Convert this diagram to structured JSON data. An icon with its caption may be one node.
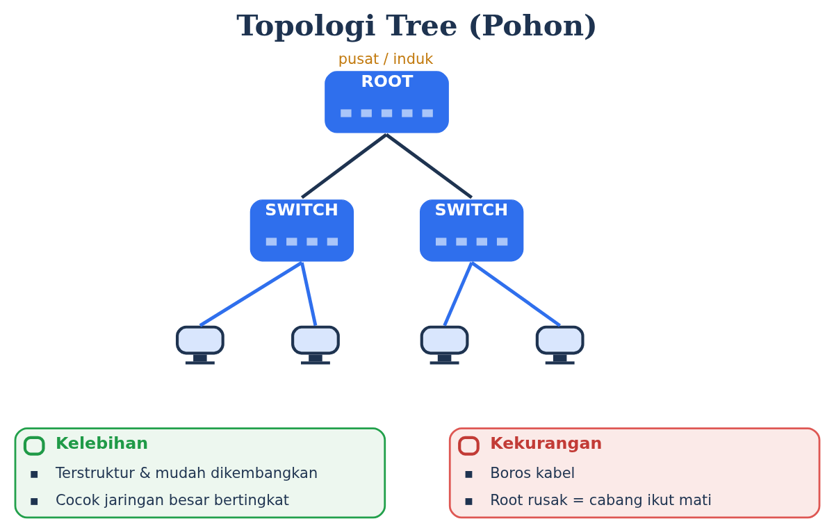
{
  "diagram": {
    "title": "Topologi Tree (Pohon)",
    "nodes": [
      {
        "text": [
          "ROOT"
        ],
        "beside": [
          "pusat / induk"
        ]
      },
      {
        "text": [
          "SWITCH"
        ]
      },
      {
        "text": [
          "SWITCH"
        ]
      },
      {
        "text": [],
        "shape": "monitor"
      },
      {
        "text": [],
        "shape": "monitor"
      },
      {
        "text": [],
        "shape": "monitor"
      },
      {
        "text": [],
        "shape": "monitor"
      },
      {
        "text": [
          "Kelebihan",
          "Terstruktur & mudah dikembangkan",
          "Cocok jaringan besar bertingkat"
        ]
      },
      {
        "text": [
          "Kekurangan",
          "Boros kabel",
          "Root rusak = cabang ikut mati"
        ]
      }
    ],
    "edges": [
      {
        "from": 0,
        "to": 1,
        "arrow": "none",
        "color": "#1e3350"
      },
      {
        "from": 0,
        "to": 2,
        "arrow": "none",
        "color": "#1e3350"
      },
      {
        "from": 1,
        "to": 3,
        "arrow": "none"
      },
      {
        "from": 1,
        "to": 4,
        "arrow": "none"
      },
      {
        "from": 2,
        "to": 5,
        "arrow": "none"
      },
      {
        "from": 2,
        "to": 6,
        "arrow": "none"
      }
    ]
  }
}
